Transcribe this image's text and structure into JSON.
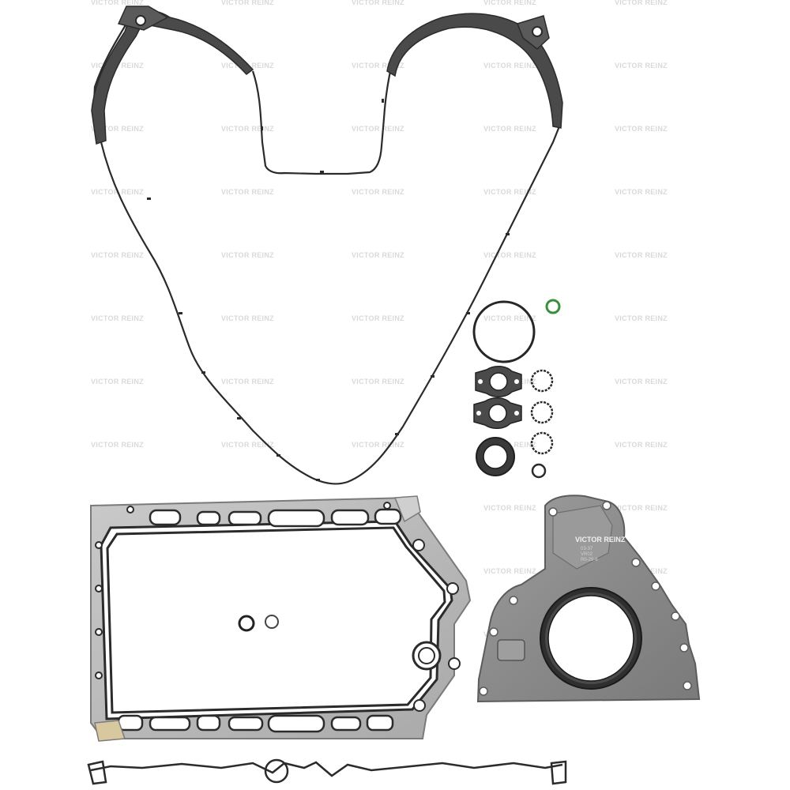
{
  "watermark": {
    "text": "VICTOR REINZ"
  },
  "cover_stamp": {
    "brand": "VICTOR REINZ",
    "line1": "03-37",
    "line2": "VR02",
    "line3": "R0-29-6"
  },
  "colors": {
    "gasket_black": "#2b2b2b",
    "gasket_gray": "#8c8c8c",
    "metal_silver": "#b9b9b9",
    "oring_green": "#3c8d3c",
    "cover_gray": "#8f8f8f",
    "background": "#ffffff"
  }
}
